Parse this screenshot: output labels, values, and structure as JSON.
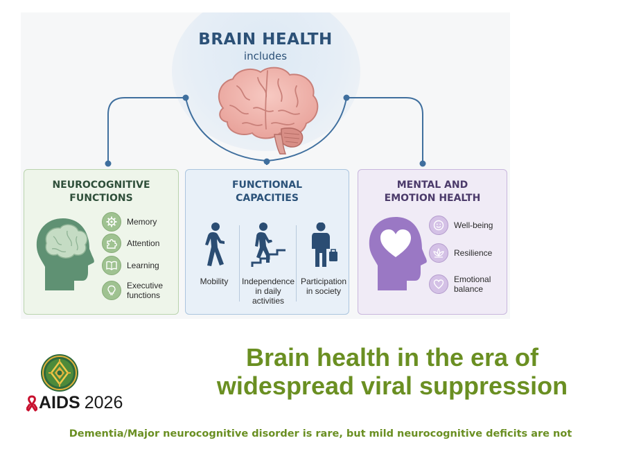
{
  "infographic": {
    "title": "BRAIN HEALTH",
    "subtitle": "includes",
    "cards": {
      "neuro": {
        "title_line1": "NEUROCOGNITIVE",
        "title_line2": "FUNCTIONS",
        "items": [
          {
            "label": "Memory",
            "icon": "gear-icon"
          },
          {
            "label": "Attention",
            "icon": "puzzle-icon"
          },
          {
            "label": "Learning",
            "icon": "book-icon"
          },
          {
            "label_line1": "Executive",
            "label_line2": "functions",
            "icon": "lightbulb-icon"
          }
        ]
      },
      "functional": {
        "title_line1": "FUNCTIONAL",
        "title_line2": "CAPACITIES",
        "items": [
          {
            "label": "Mobility",
            "icon": "walking-person-icon"
          },
          {
            "label_line1": "Independence",
            "label_line2": "in daily",
            "label_line3": "activities",
            "icon": "person-climbing-stairs-icon"
          },
          {
            "label_line1": "Participation",
            "label_line2": "in society",
            "icon": "person-with-briefcase-icon"
          }
        ]
      },
      "mental": {
        "title_line1": "MENTAL AND",
        "title_line2": "EMOTION HEALTH",
        "items": [
          {
            "label": "Well-being",
            "icon": "smiley-face-icon"
          },
          {
            "label": "Resilience",
            "icon": "lotus-icon"
          },
          {
            "label_line1": "Emotional",
            "label_line2": "balance",
            "icon": "heart-icon"
          }
        ]
      }
    }
  },
  "branding": {
    "aids_word": "AIDS",
    "aids_year": "2026"
  },
  "slide": {
    "headline_line1": "Brain health in the era of",
    "headline_line2": "widespread viral suppression",
    "subline": "Dementia/Major neurocognitive disorder is rare, but mild neurocognitive deficits are not"
  },
  "colors": {
    "title_blue": "#2c5177",
    "connector_blue": "#3f6f9e",
    "neuro_green": "#9fc291",
    "mental_purple": "#9a78c4",
    "functional_navy": "#2b4d73",
    "headline_green": "#6a8f22",
    "aids_red": "#c8102e"
  }
}
